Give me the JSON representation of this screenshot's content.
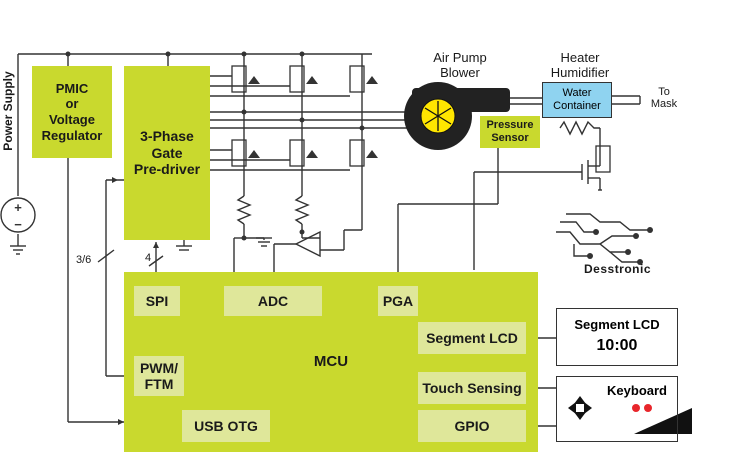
{
  "blocks": {
    "pmic": "PMIC\nor\nVoltage\nRegulator",
    "predriver": "3-Phase\nGate\nPre-driver",
    "mcu": "MCU",
    "pressure_sensor": "Pressure\nSensor",
    "water_container": "Water\nContainer"
  },
  "mcu_sub": {
    "spi": "SPI",
    "adc": "ADC",
    "pga": "PGA",
    "pwm": "PWM/\nFTM",
    "usb": "USB OTG",
    "segment_lcd": "Segment LCD",
    "touch": "Touch Sensing",
    "gpio": "GPIO"
  },
  "labels": {
    "power_supply": "Power Supply",
    "air_pump": "Air Pump\nBlower",
    "heater": "Heater\nHumidifier",
    "to_mask": "To\nMask",
    "bus_36": "3/6",
    "bus_4": "4",
    "logo": "Desstronic"
  },
  "peripherals": {
    "lcd_title": "Segment LCD",
    "lcd_value": "10:00",
    "keyboard": "Keyboard"
  },
  "colors": {
    "block_green": "#c9d92e",
    "sub_green": "#dfe79a",
    "water_blue": "#8fd3f0",
    "led_red": "#e8262b"
  }
}
